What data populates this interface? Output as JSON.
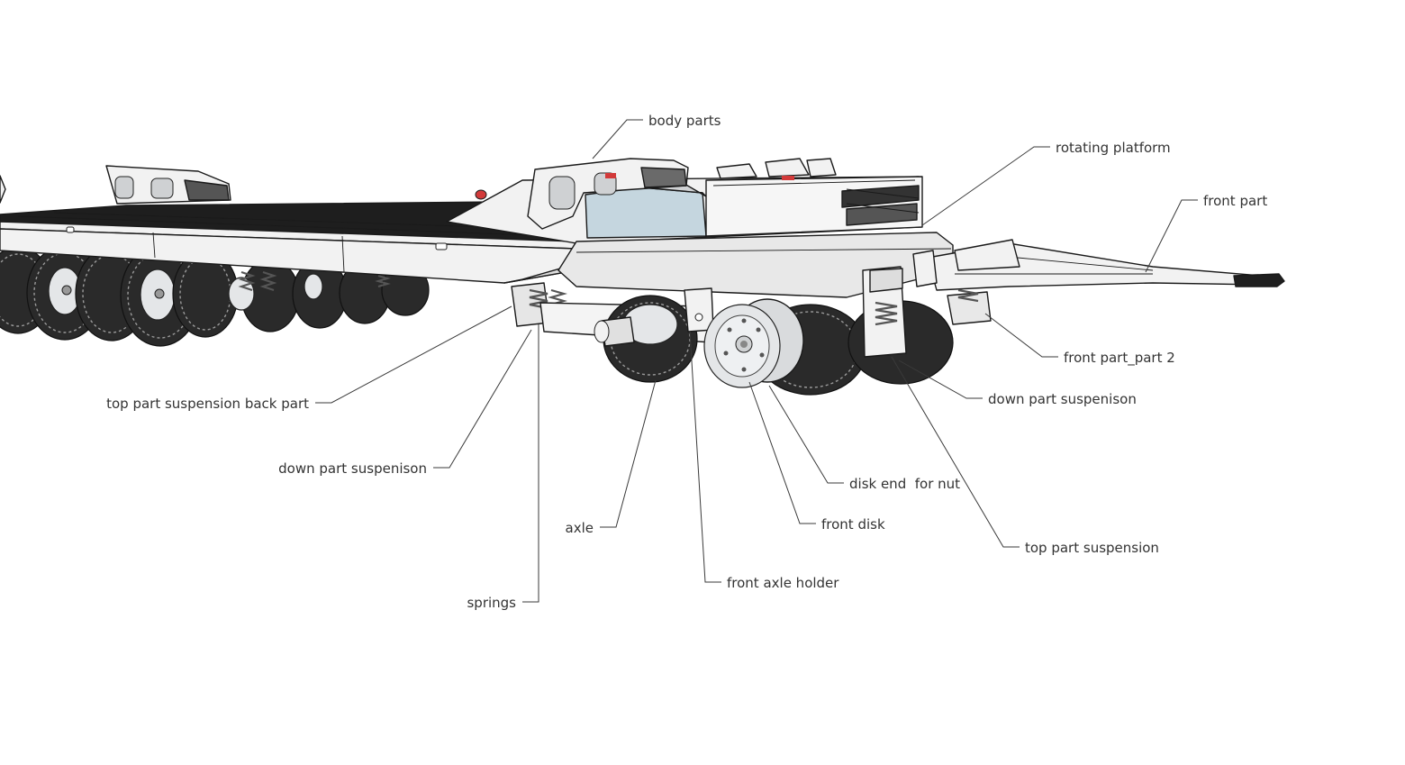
{
  "diagram": {
    "callouts": [
      {
        "id": "body-parts",
        "text": "body parts"
      },
      {
        "id": "rotating-platform",
        "text": "rotating platform"
      },
      {
        "id": "front-part",
        "text": "front part"
      },
      {
        "id": "front-part-part-2",
        "text": "front part_part 2"
      },
      {
        "id": "down-part-suspension-right",
        "text": "down part suspenison"
      },
      {
        "id": "top-part-suspension-back",
        "text": "top part suspension back part"
      },
      {
        "id": "down-part-suspension-left",
        "text": "down part suspenison"
      },
      {
        "id": "disk-end-for-nut",
        "text": "disk end  for nut"
      },
      {
        "id": "axle",
        "text": "axle"
      },
      {
        "id": "front-disk",
        "text": "front disk"
      },
      {
        "id": "top-part-suspension",
        "text": "top part suspension"
      },
      {
        "id": "front-axle-holder",
        "text": "front axle holder"
      },
      {
        "id": "springs",
        "text": "springs"
      }
    ],
    "colors": {
      "outline": "#1a1a1a",
      "tire": "#2a2a2a",
      "metal": "#f2f2f2",
      "glass_tank": "#c5d6df",
      "reflector": "#d23a3a"
    }
  }
}
